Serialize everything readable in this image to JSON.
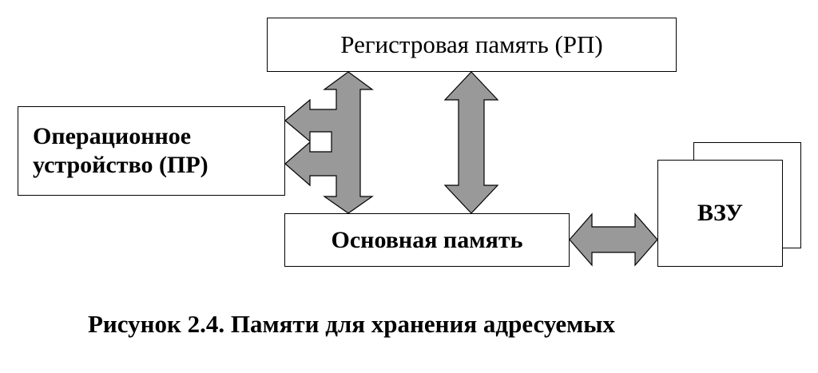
{
  "diagram": {
    "register_memory": "Регистровая память (РП)",
    "operational_device_line1": "Операционное",
    "operational_device_line2": "устройство (ПР)",
    "main_memory": "Основная память",
    "external_storage": "ВЗУ",
    "arrow_color": "#999999"
  },
  "caption": "Рисунок 2.4. Памяти для хранения адресуемых"
}
